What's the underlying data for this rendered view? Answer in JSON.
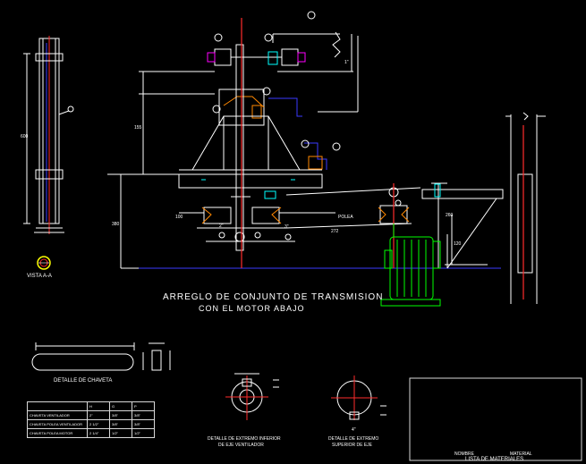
{
  "main_title": "ARREGLO DE CONJUNTO DE TRANSMISION",
  "sub_title": "CON EL MOTOR ABAJO",
  "vista_label": "VISTA A-A",
  "chaveta_label": "DETALLE DE CHAVETA",
  "ventilador_label_1": "DETALLE DE EXTREMO INFERIOR",
  "ventilador_label_2": "DE EJE VENTILADOR",
  "superior_label_1": "DETALLE DE EXTREMO",
  "superior_label_2": "SUPERIOR DE EJE",
  "materials_title": "LISTA DE MATERIALES",
  "material_header": "MATERIAL",
  "nombre_header": "NOMBRE",
  "dim_labels": {
    "d600": "600",
    "d260": "260",
    "d380": "380",
    "d155": "155",
    "d120": "120",
    "d1": "1\"",
    "d2": "2\"",
    "d3": "3\"",
    "d4": "4\"",
    "dPOLEA": "POLEA",
    "d272": "272",
    "d100": "100"
  },
  "var_table": {
    "headers": [
      "",
      "H",
      "G",
      "P"
    ],
    "rows": [
      [
        "CHAVETA VENTILADOR",
        "2\"",
        "3/8\"",
        "3/8\""
      ],
      [
        "CHAVETA POLEA VENTILADOR",
        "2 1/2\"",
        "3/8\"",
        "3/8\""
      ],
      [
        "CHAVETA POLEA MOTOR",
        "2 1/4\"",
        "1/2\"",
        "1/2\""
      ]
    ]
  },
  "colors": {
    "centerline": "#ff2b2b",
    "blue_line": "#3a3aff",
    "motor": "#00ff00",
    "structure": "#ffffff",
    "cyan": "#00ffff",
    "magenta": "#ff00ff"
  }
}
